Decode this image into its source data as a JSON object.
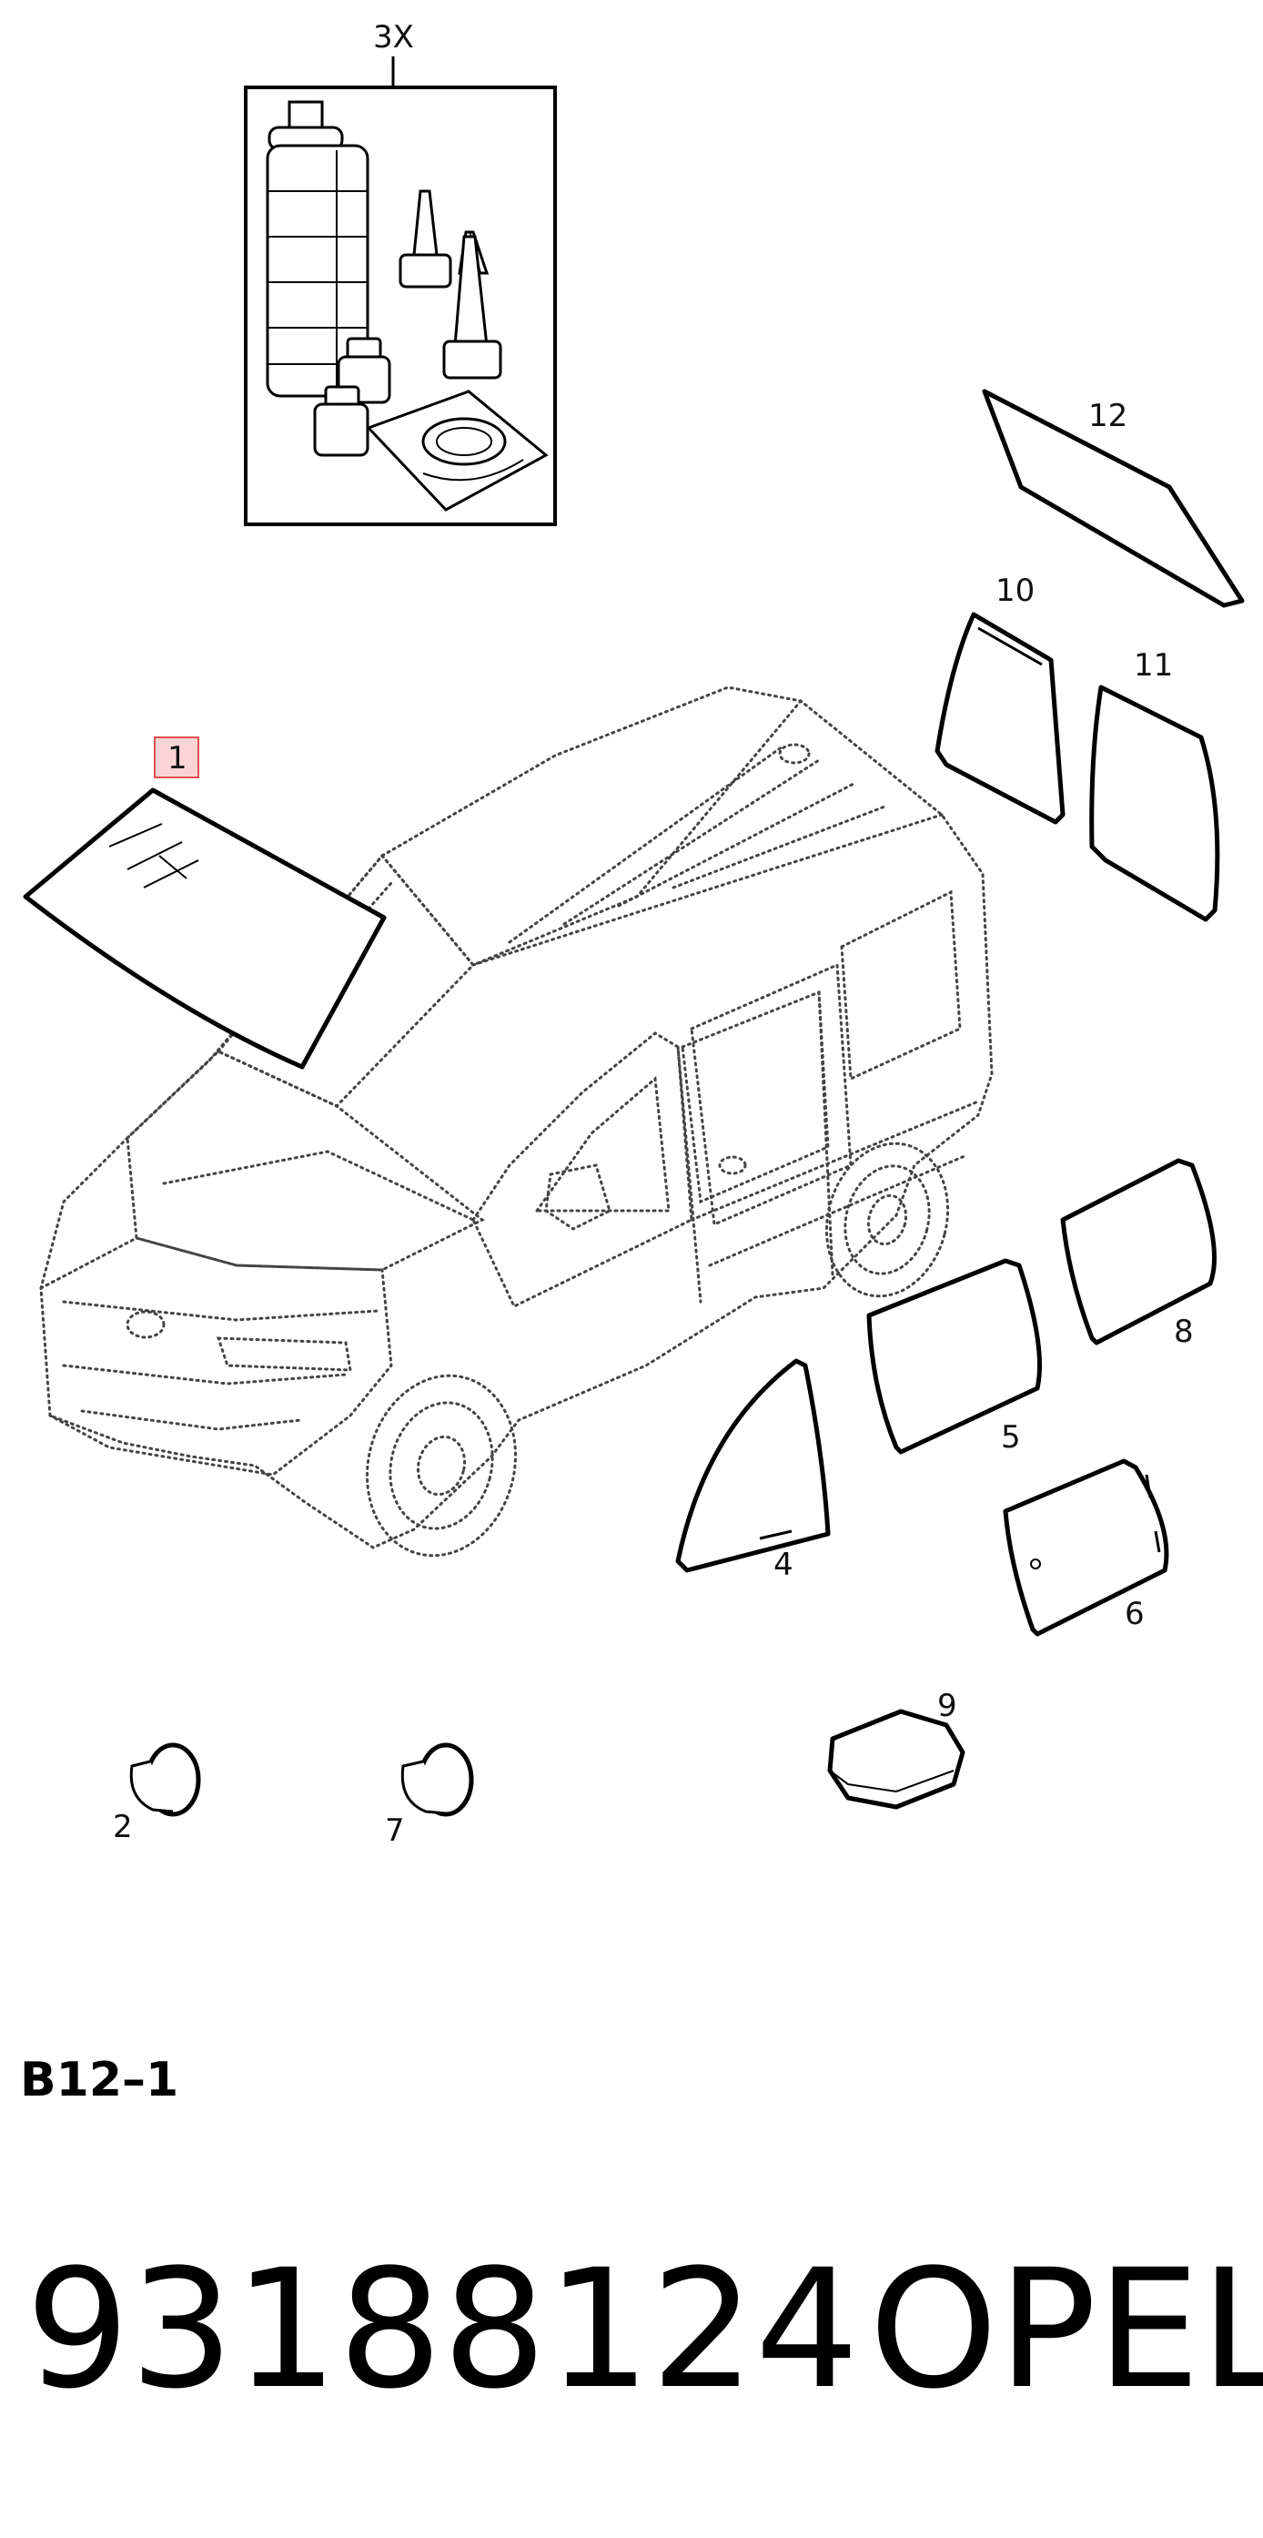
{
  "kit": {
    "label": "3X"
  },
  "callouts": {
    "p1": "1",
    "p2": "2",
    "p4": "4",
    "p5": "5",
    "p6": "6",
    "p7": "7",
    "p8": "8",
    "p9": "9",
    "p10": "10",
    "p11": "11",
    "p12": "12"
  },
  "highlight_color": "#e05050",
  "section_code": "B12–1",
  "footer": {
    "part_number": "93188124",
    "brand": "OPEL"
  }
}
